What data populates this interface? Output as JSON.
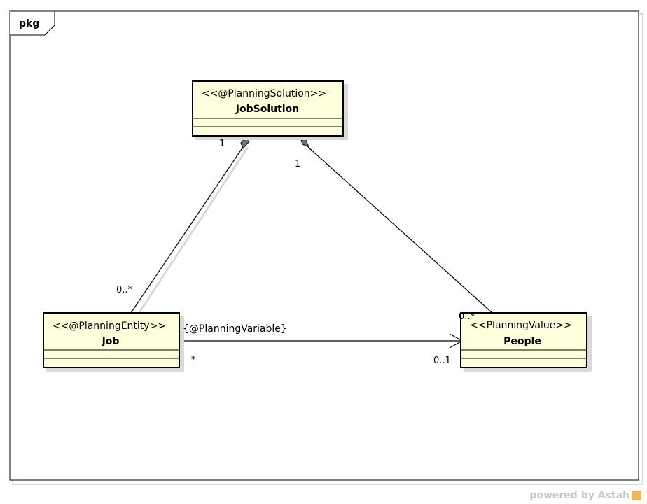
{
  "frame": {
    "title": "pkg"
  },
  "classes": {
    "job_solution": {
      "stereotype": "<<@PlanningSolution>>",
      "name": "JobSolution"
    },
    "job": {
      "stereotype": "<<@PlanningEntity>>",
      "name": "Job"
    },
    "people": {
      "stereotype": "<<PlanningValue>>",
      "name": "People"
    }
  },
  "associations": {
    "solution_job": {
      "source_multiplicity": "1",
      "target_multiplicity": "0..*"
    },
    "solution_people": {
      "source_multiplicity": "1",
      "target_multiplicity": "0..*"
    },
    "job_people": {
      "label": "{@PlanningVariable}",
      "source_multiplicity": "*",
      "target_multiplicity": "0..1"
    }
  },
  "colors": {
    "class_fill": "#ffffdd",
    "line": "#000000",
    "shadow": "#d9d9d9"
  },
  "watermark": {
    "text": "powered by Astah"
  }
}
